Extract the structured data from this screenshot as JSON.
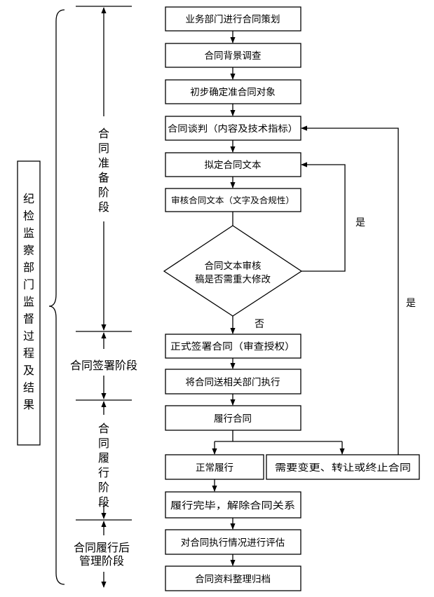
{
  "supervision_label": "纪检监察部门监督过程及结果",
  "stages": {
    "prep": "合同准备阶段",
    "sign": "合同签署阶段",
    "perform": "合同履行阶段",
    "post": "合同履行后管理阶段"
  },
  "steps": {
    "plan": "业务部门进行合同策划",
    "survey": "合同背景调查",
    "select": "初步确定准合同对象",
    "negotiate": "合同谈判（内容及技术指标）",
    "draft": "拟定合同文本",
    "review": "审核合同文本（文字及合规性）",
    "decision": "合同文本审核稿是否需重大修改",
    "sign": "正式签署合同（审查授权）",
    "deliver": "将合同送相关部门执行",
    "perform": "履行合同",
    "normal": "正常履行",
    "change": "需要变更、转让或终止合同",
    "complete": "履行完毕，解除合同关系",
    "evaluate": "对合同执行情况进行评估",
    "archive": "合同资料整理归档"
  },
  "edge_labels": {
    "yes_revise": "是",
    "yes_change": "是",
    "no": "否"
  }
}
